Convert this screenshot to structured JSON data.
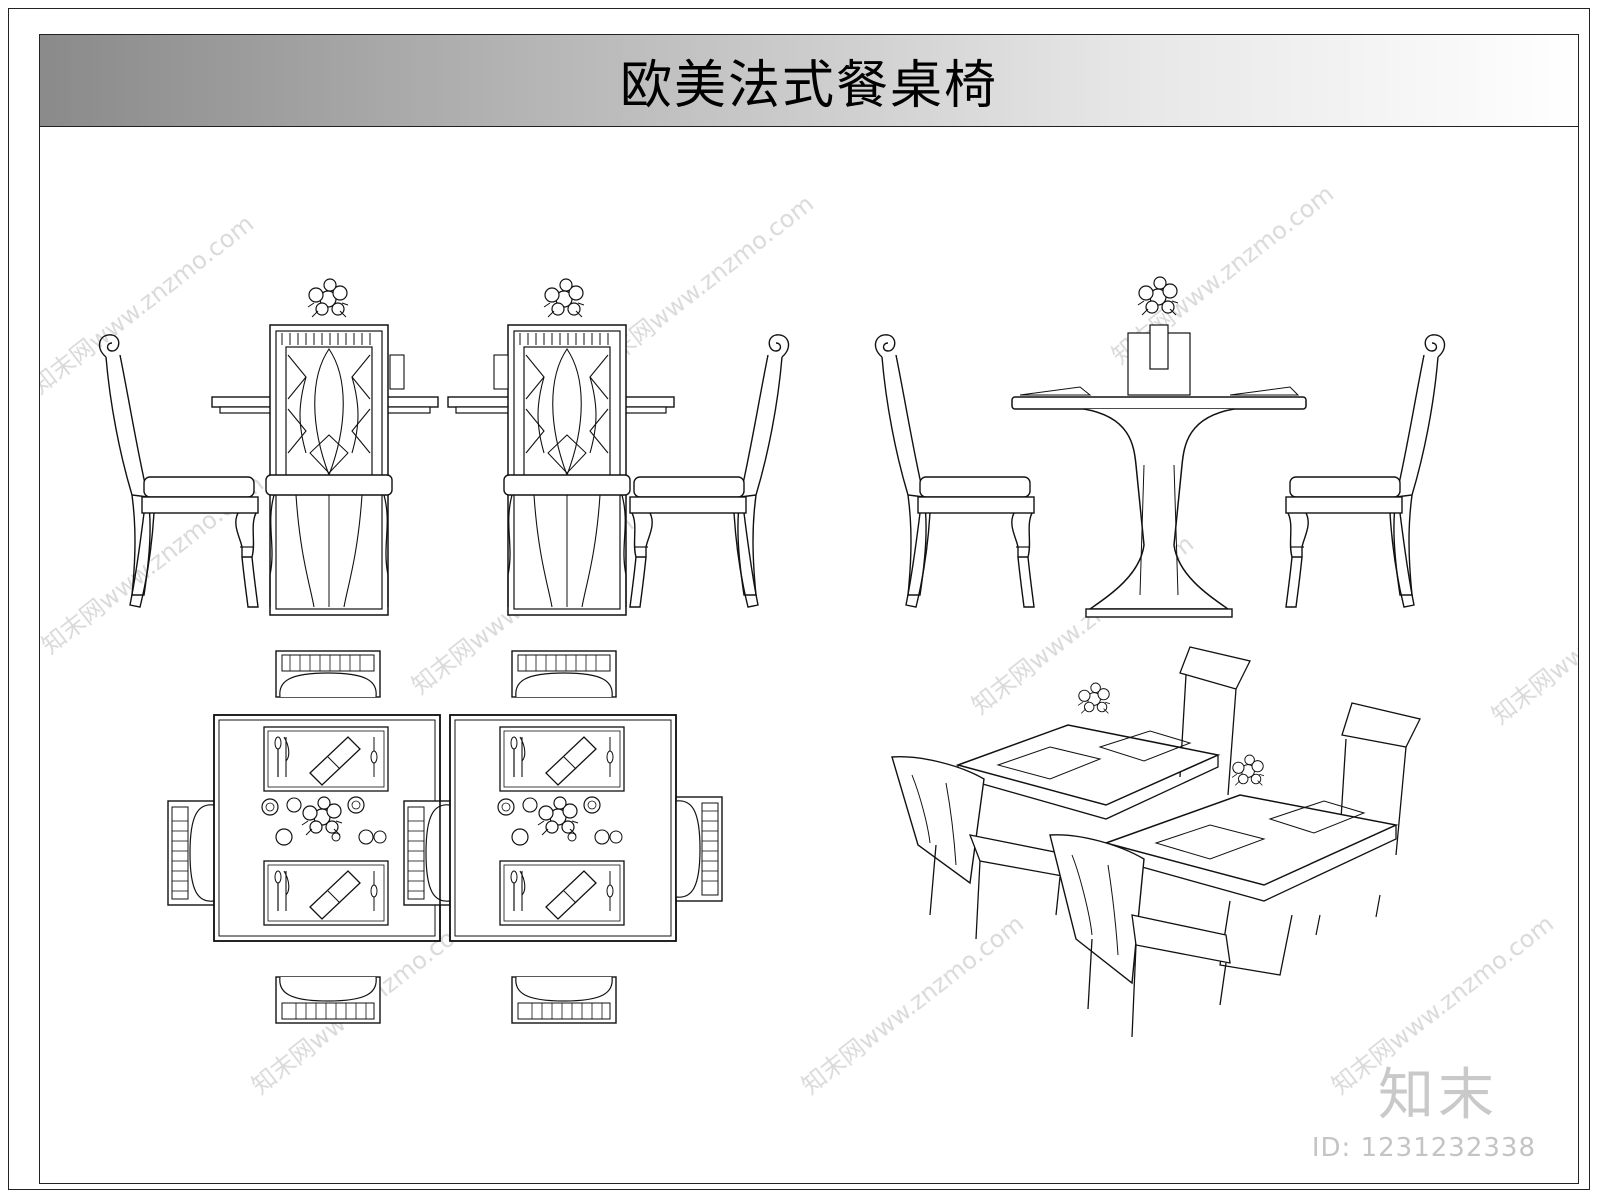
{
  "title": "欧美法式餐桌椅",
  "watermark": {
    "logo_text": "知末",
    "id_text": "ID: 1231232338",
    "pattern_text": "知末网www.znzmo.com"
  },
  "colors": {
    "line": "#111111",
    "title_gradient_start": "#8a8a8a",
    "title_gradient_end": "#ffffff",
    "watermark": "#d0d0d0"
  }
}
